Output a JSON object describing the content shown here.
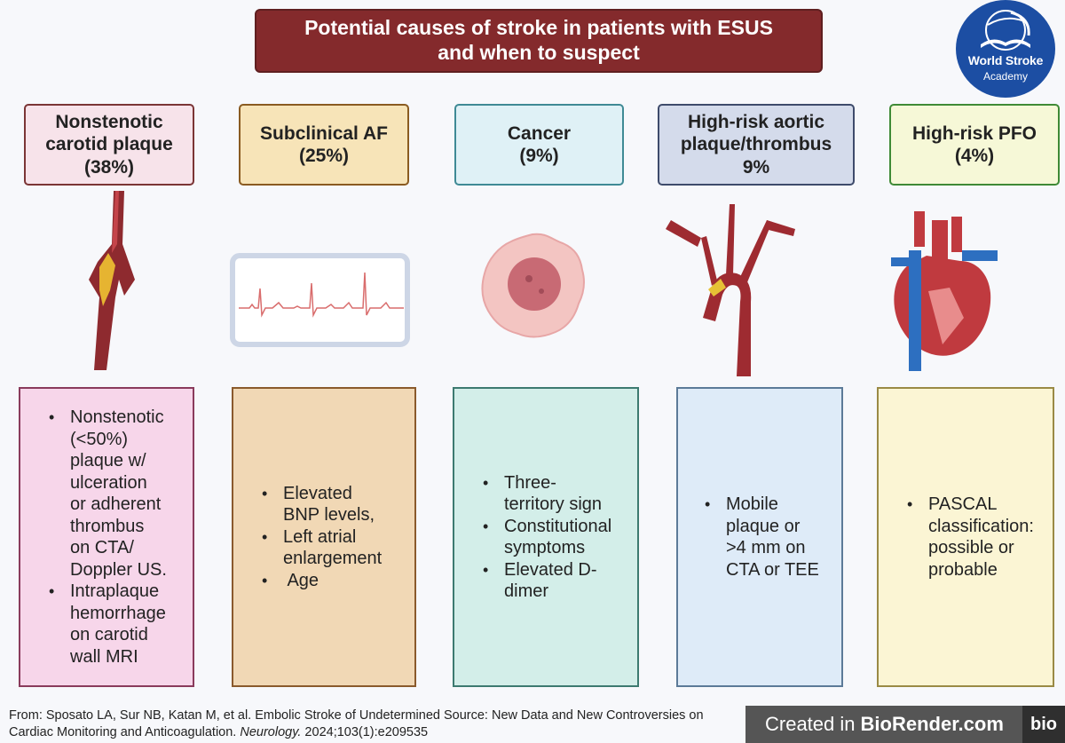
{
  "title": {
    "line1": "Potential causes of stroke in patients with ESUS",
    "line2": "and when to suspect"
  },
  "logo": {
    "line1": "World Stroke",
    "line2": "Academy"
  },
  "columns": [
    {
      "header": [
        "Nonstenotic",
        "carotid plaque",
        "(38%)"
      ],
      "bullets": [
        [
          "Nonstenotic",
          "(<50%)",
          "plaque w/",
          "ulceration",
          "or adherent",
          "thrombus",
          "on CTA/",
          "Doppler US."
        ],
        [
          "Intraplaque",
          "hemorrhage",
          "on carotid",
          "wall MRI"
        ]
      ]
    },
    {
      "header": [
        "Subclinical AF",
        "(25%)"
      ],
      "bullets": [
        [
          "Elevated",
          "BNP levels,"
        ],
        [
          "Left atrial",
          "enlargement"
        ],
        [
          " Age"
        ]
      ]
    },
    {
      "header": [
        "Cancer",
        "(9%)"
      ],
      "bullets": [
        [
          "Three-",
          "territory sign"
        ],
        [
          "Constitutional",
          "symptoms"
        ],
        [
          "Elevated D-",
          "dimer"
        ]
      ]
    },
    {
      "header": [
        "High-risk aortic",
        "plaque/thrombus",
        "9%"
      ],
      "bullets": [
        [
          "Mobile",
          "plaque or",
          ">4 mm on",
          "CTA or TEE"
        ]
      ]
    },
    {
      "header": [
        "High-risk PFO",
        "(4%)"
      ],
      "bullets": [
        [
          "PASCAL",
          "classification:",
          "possible or",
          "probable"
        ]
      ]
    }
  ],
  "citation": {
    "part1": "From: Sposato LA, Sur NB, Katan M, et al. Embolic Stroke of Undetermined Source: New Data and New Controversies on",
    "part2": "Cardiac Monitoring and Anticoagulation. ",
    "journal": "Neurology.",
    "part3": " 2024;103(1):e209535"
  },
  "badge": {
    "prefix": "Created in",
    "brand": "BioRender.com",
    "mark": "bio"
  }
}
